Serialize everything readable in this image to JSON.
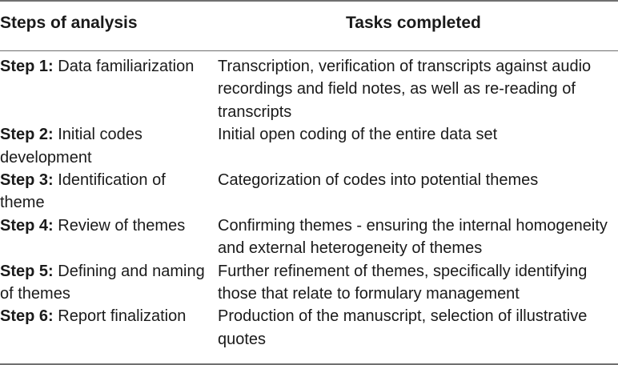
{
  "table": {
    "headers": {
      "steps": "Steps of analysis",
      "tasks": "Tasks completed"
    },
    "rows": [
      {
        "step_label": "Step 1:",
        "step_name": "Data familiarization",
        "task": "Transcription, verification of transcripts against audio recordings and field notes, as well as re-reading of transcripts"
      },
      {
        "step_label": "Step 2:",
        "step_name": "Initial codes development",
        "task": "Initial open coding of the entire data set"
      },
      {
        "step_label": "Step 3:",
        "step_name": "Identification of theme",
        "task": "Categorization of codes into potential themes"
      },
      {
        "step_label": "Step 4:",
        "step_name": "Review of themes",
        "task": "Confirming themes - ensuring the internal homogeneity and external heterogeneity of themes"
      },
      {
        "step_label": "Step 5:",
        "step_name": "Defining and naming of themes",
        "task": "Further refinement of themes, specifically identifying those that relate to formulary management"
      },
      {
        "step_label": "Step 6:",
        "step_name": "Report finalization",
        "task": "Production of the manuscript, selection of illustrative quotes"
      }
    ]
  }
}
